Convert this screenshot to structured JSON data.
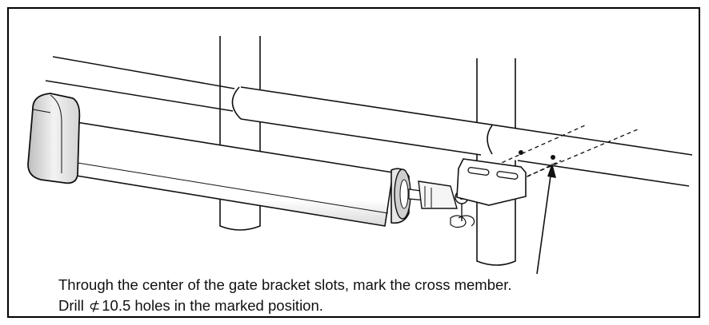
{
  "caption": {
    "line1": "Through the center of the gate bracket slots, mark the cross member.",
    "line2_prefix": "Drill",
    "line2_symbol": "⊄",
    "line2_suffix": "10.5 holes in the marked position."
  },
  "colors": {
    "stroke": "#111111",
    "background": "#ffffff",
    "shade": "#cfcfcf"
  },
  "icons": {
    "drill-hole": "filled-dot",
    "arrow": "leader-arrow"
  }
}
